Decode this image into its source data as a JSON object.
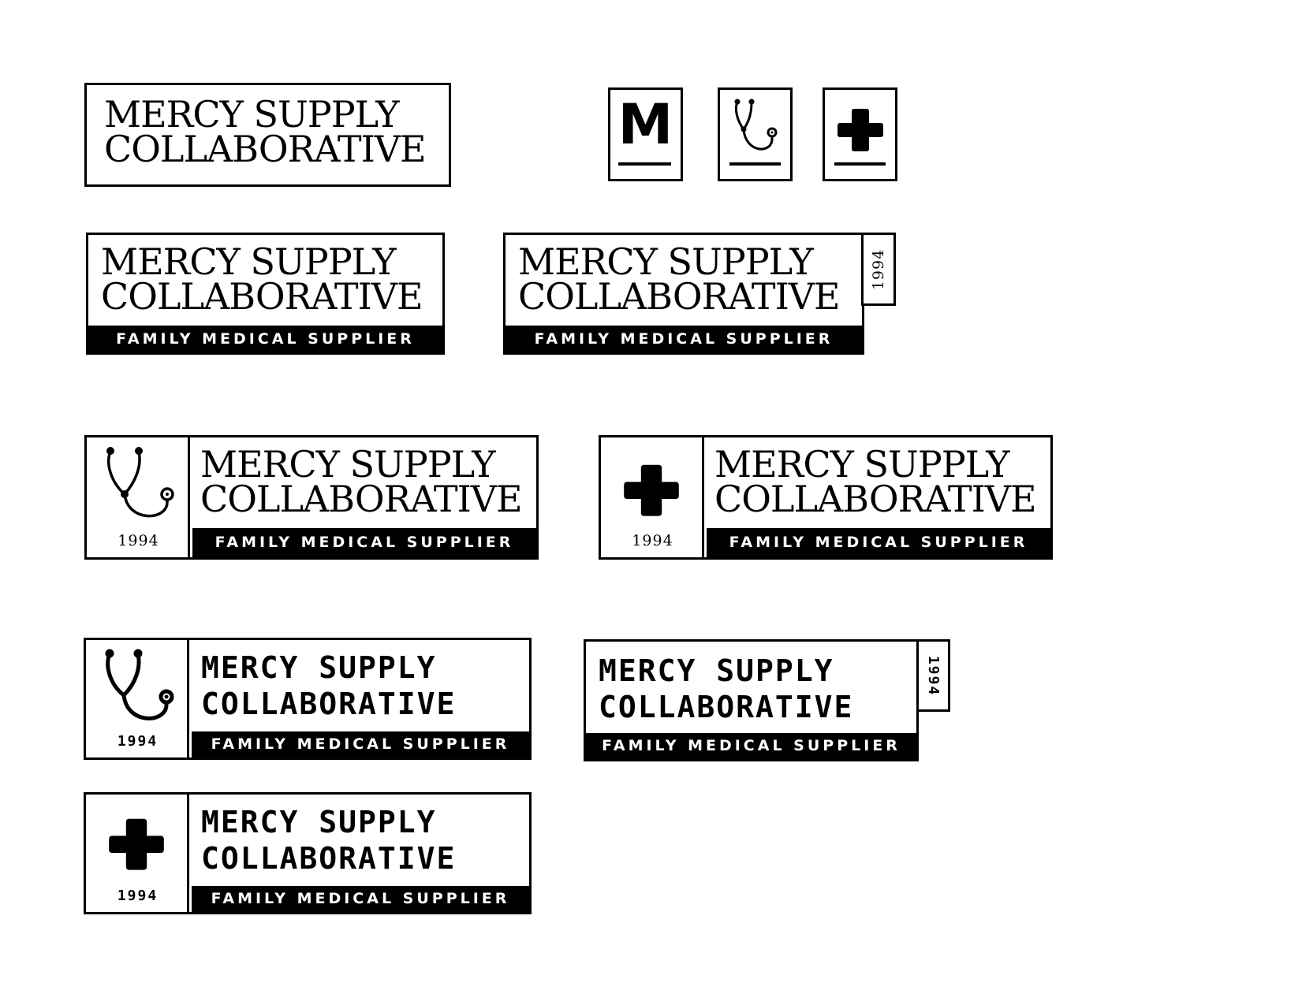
{
  "brand": {
    "line1": "MERCY SUPPLY",
    "line2": "COLLABORATIVE",
    "tagline": "FAMILY MEDICAL SUPPLIER",
    "year": "1994",
    "monogram": "M"
  },
  "icons": [
    "stethoscope-icon",
    "medical-cross-icon"
  ],
  "colors": {
    "ink": "#000000",
    "paper": "#ffffff"
  }
}
